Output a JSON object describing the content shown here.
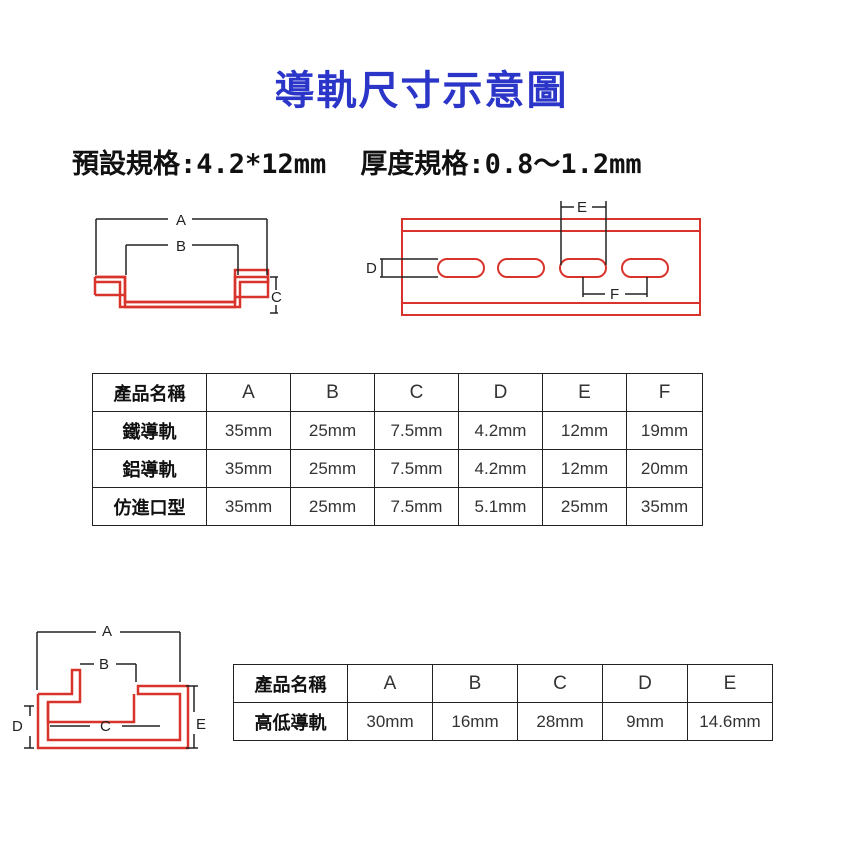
{
  "title": "導軌尺寸示意圖",
  "specs": {
    "default_label": "預設規格:4.2*12mm",
    "thickness_label": "厚度規格:0.8～1.2mm"
  },
  "diagram_top_left": {
    "labels": {
      "a": "A",
      "b": "B",
      "c": "C"
    }
  },
  "diagram_top_right": {
    "labels": {
      "d": "D",
      "e": "E",
      "f": "F"
    }
  },
  "diagram_bottom": {
    "labels": {
      "a": "A",
      "b": "B",
      "c": "C",
      "d": "D",
      "e": "E"
    }
  },
  "colors": {
    "rail_outline": "#d9342b",
    "title": "#2b35c8",
    "line": "#222222"
  },
  "table1": {
    "headers": [
      "產品名稱",
      "A",
      "B",
      "C",
      "D",
      "E",
      "F"
    ],
    "rows": [
      {
        "name": "鐵導軌",
        "values": [
          "35mm",
          "25mm",
          "7.5mm",
          "4.2mm",
          "12mm",
          "19mm"
        ]
      },
      {
        "name": "鋁導軌",
        "values": [
          "35mm",
          "25mm",
          "7.5mm",
          "4.2mm",
          "12mm",
          "20mm"
        ]
      },
      {
        "name": "仿進口型",
        "values": [
          "35mm",
          "25mm",
          "7.5mm",
          "5.1mm",
          "25mm",
          "35mm"
        ]
      }
    ]
  },
  "table2": {
    "headers": [
      "產品名稱",
      "A",
      "B",
      "C",
      "D",
      "E"
    ],
    "rows": [
      {
        "name": "高低導軌",
        "values": [
          "30mm",
          "16mm",
          "28mm",
          "9mm",
          "14.6mm"
        ]
      }
    ]
  }
}
